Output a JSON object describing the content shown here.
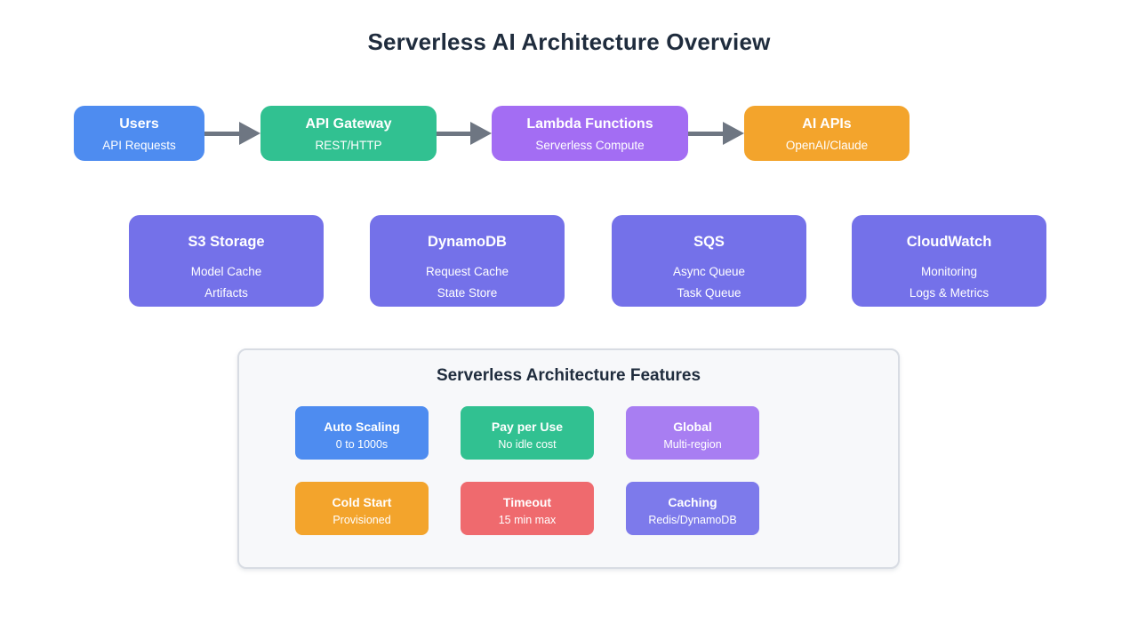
{
  "title": "Serverless AI Architecture Overview",
  "flow": {
    "nodes": [
      {
        "title": "Users",
        "subtitle": "API Requests",
        "color": "#4e8cf0"
      },
      {
        "title": "API Gateway",
        "subtitle": "REST/HTTP",
        "color": "#31c191"
      },
      {
        "title": "Lambda Functions",
        "subtitle": "Serverless Compute",
        "color": "#a36df3"
      },
      {
        "title": "AI APIs",
        "subtitle": "OpenAI/Claude",
        "color": "#f3a42c"
      }
    ]
  },
  "services": [
    {
      "title": "S3 Storage",
      "lines": [
        "Model Cache",
        "Artifacts"
      ],
      "color": "#7471e9"
    },
    {
      "title": "DynamoDB",
      "lines": [
        "Request Cache",
        "State Store"
      ],
      "color": "#7471e9"
    },
    {
      "title": "SQS",
      "lines": [
        "Async Queue",
        "Task Queue"
      ],
      "color": "#7471e9"
    },
    {
      "title": "CloudWatch",
      "lines": [
        "Monitoring",
        "Logs & Metrics"
      ],
      "color": "#7471e9"
    }
  ],
  "features_panel": {
    "title": "Serverless Architecture Features",
    "features": [
      {
        "title": "Auto Scaling",
        "subtitle": "0 to 1000s",
        "color": "#4e8cf0"
      },
      {
        "title": "Pay per Use",
        "subtitle": "No idle cost",
        "color": "#31c191"
      },
      {
        "title": "Global",
        "subtitle": "Multi-region",
        "color": "#a87ef2"
      },
      {
        "title": "Cold Start",
        "subtitle": "Provisioned",
        "color": "#f3a42c"
      },
      {
        "title": "Timeout",
        "subtitle": "15 min max",
        "color": "#ef6a6e"
      },
      {
        "title": "Caching",
        "subtitle": "Redis/DynamoDB",
        "color": "#7d7aeb"
      }
    ]
  }
}
